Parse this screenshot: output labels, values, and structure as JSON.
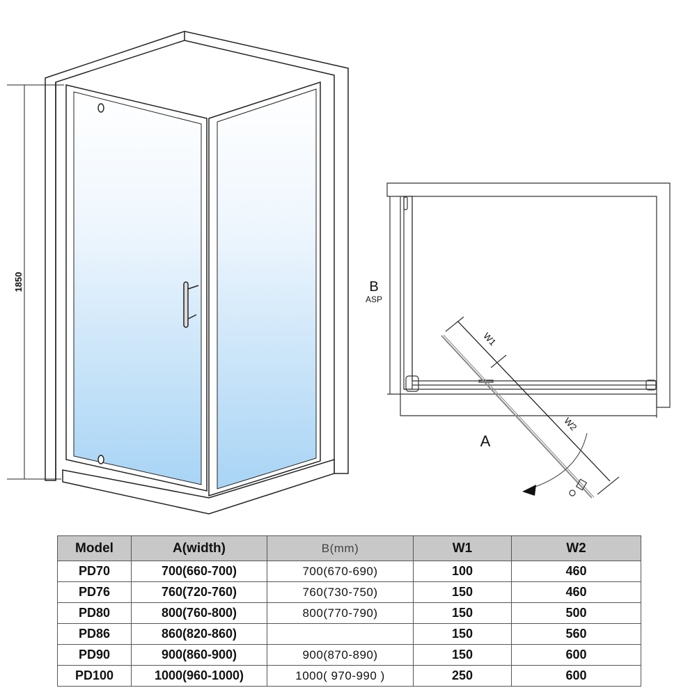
{
  "drawing": {
    "height_dimension": "1850",
    "plan_labels": {
      "b": "B",
      "asp": "ASP",
      "a": "A",
      "w1": "W1",
      "w2": "W2"
    }
  },
  "colors": {
    "glass_top": "#ffffff",
    "glass_bottom": "#a8d4f5",
    "header_bg": "#c8c8c8"
  },
  "table": {
    "headers": [
      "Model",
      "A(width)",
      "B(mm)",
      "W1",
      "W2"
    ],
    "rows": [
      [
        "PD70",
        "700(660-700)",
        "700(670-690)",
        "100",
        "460"
      ],
      [
        "PD76",
        "760(720-760)",
        "760(730-750)",
        "150",
        "460"
      ],
      [
        "PD80",
        "800(760-800)",
        "800(770-790)",
        "150",
        "500"
      ],
      [
        "PD86",
        "860(820-860)",
        "",
        "150",
        "560"
      ],
      [
        "PD90",
        "900(860-900)",
        "900(870-890)",
        "150",
        "600"
      ],
      [
        "PD100",
        "1000(960-1000)",
        "1000( 970-990 )",
        "250",
        "600"
      ]
    ]
  }
}
